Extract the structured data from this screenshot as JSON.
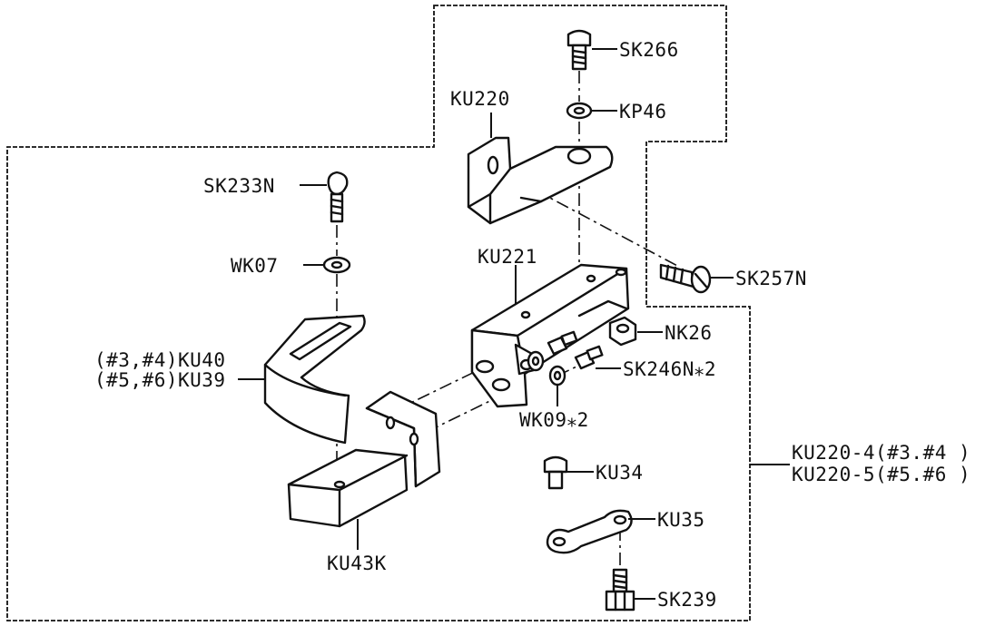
{
  "labels": {
    "sk266": "SK266",
    "kp46": "KP46",
    "ku220": "KU220",
    "sk233n": "SK233N",
    "wk07": "WK07",
    "ku221": "KU221",
    "sk257n": "SK257N",
    "nk26": "NK26",
    "ku40": "(#3,#4)KU40",
    "ku39": "(#5,#6)KU39",
    "sk246n": "SK246N⁎2",
    "wk09": "WK09⁎2",
    "ku34": "KU34",
    "ku35": "KU35",
    "ku43k": "KU43K",
    "sk239": "SK239",
    "assembly_line1": "KU220-4(#3.#4 )",
    "assembly_line2": "KU220-5(#5.#6 )"
  }
}
